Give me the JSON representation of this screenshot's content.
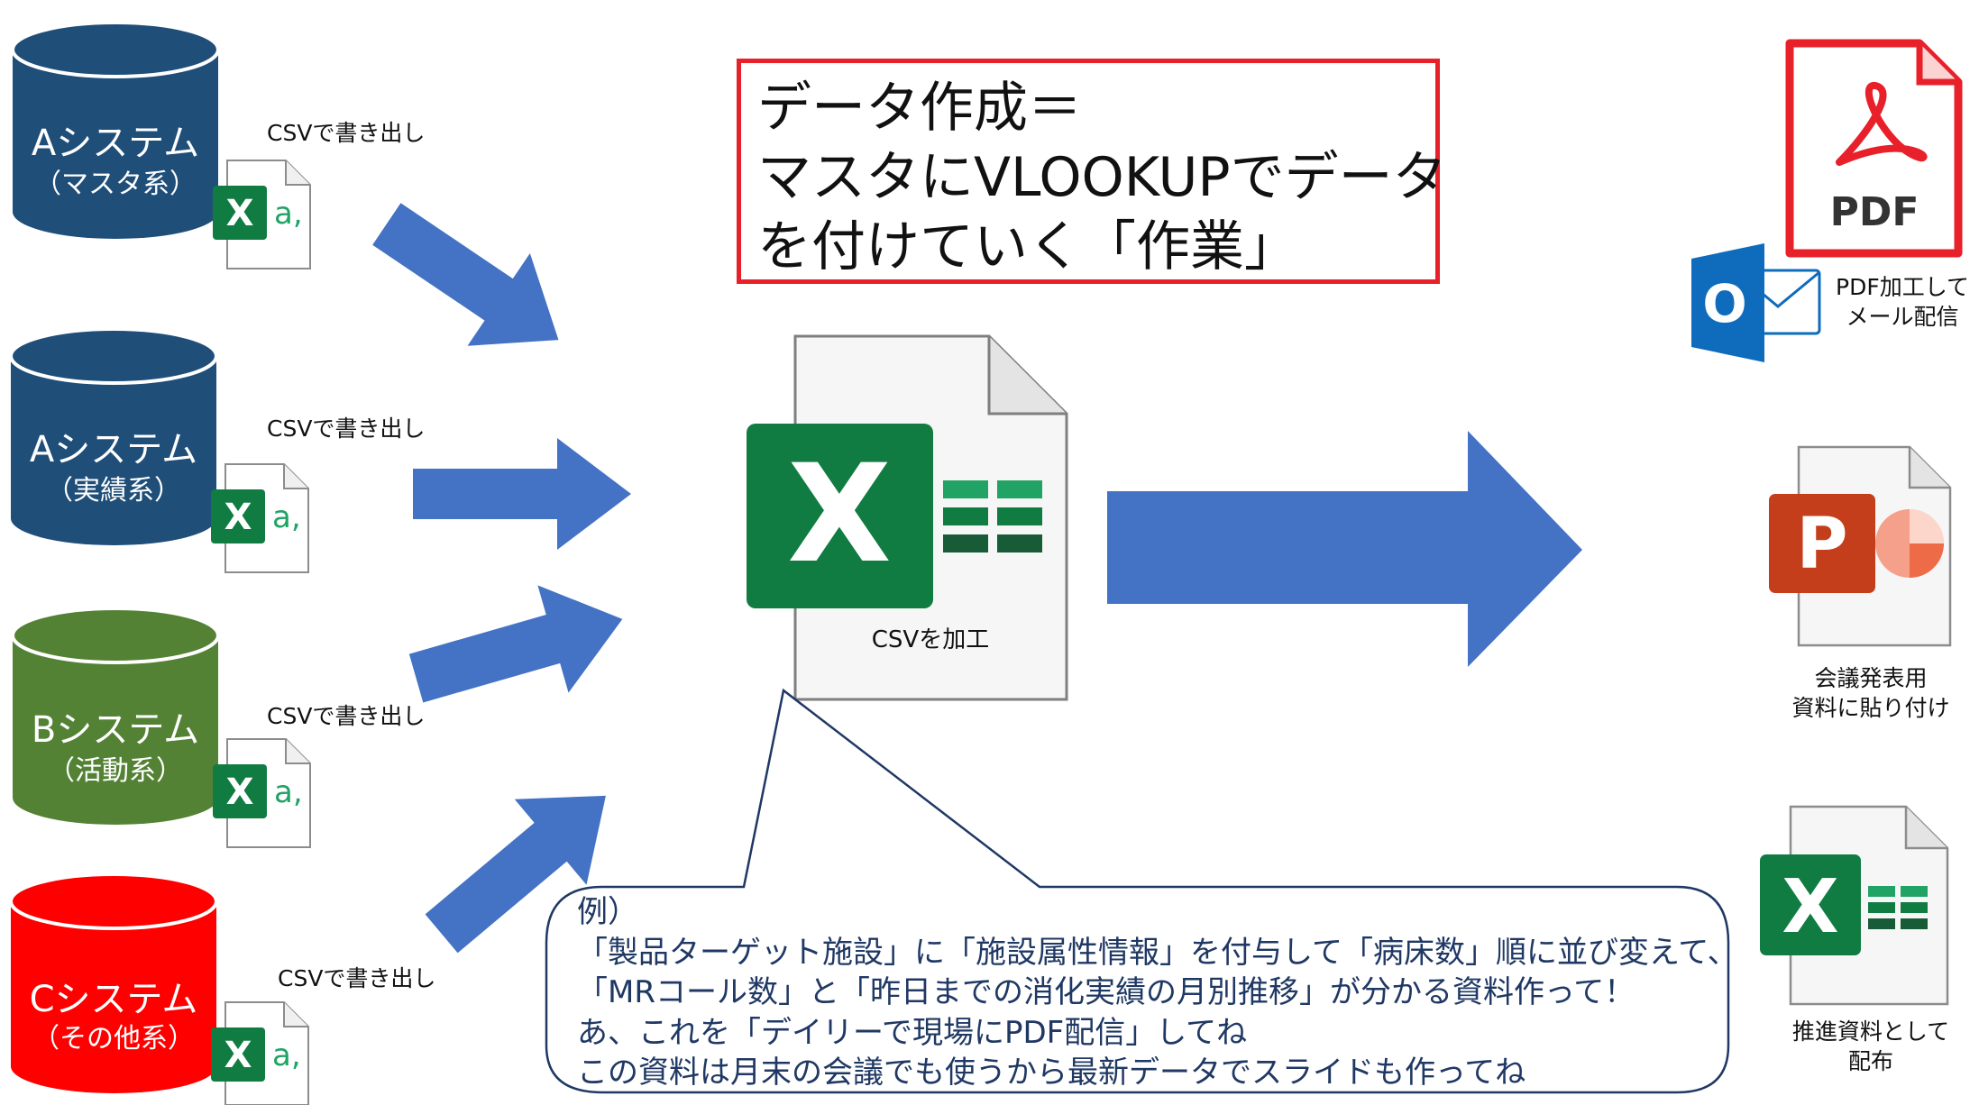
{
  "systems": [
    {
      "title": "Aシステム",
      "subtitle": "（マスタ系）",
      "color": "#1f4e79",
      "export_label": "CSVで書き出し"
    },
    {
      "title": "Aシステム",
      "subtitle": "（実績系）",
      "color": "#1f4e79",
      "export_label": "CSVで書き出し"
    },
    {
      "title": "Bシステム",
      "subtitle": "（活動系）",
      "color": "#548235",
      "export_label": "CSVで書き出し"
    },
    {
      "title": "Cシステム",
      "subtitle": "（その他系）",
      "color": "#ff0000",
      "export_label": "CSVで書き出し"
    }
  ],
  "csv_icon": {
    "letter": "X",
    "suffix": "a,"
  },
  "headline": {
    "lines": [
      "データ作成＝",
      "マスタにVLOOKUPでデータ",
      "を付けていく「作業」"
    ],
    "border_color": "#e8202a"
  },
  "center": {
    "icon": "excel-icon",
    "letter": "X",
    "label": "CSVを加工"
  },
  "outputs": [
    {
      "icon": "pdf-icon",
      "badge": "PDF",
      "secondary_icon": "outlook-icon",
      "secondary_letter": "O",
      "label_lines": [
        "PDF加工して",
        "メール配信"
      ]
    },
    {
      "icon": "powerpoint-icon",
      "letter": "P",
      "label_lines": [
        "会議発表用",
        "資料に貼り付け"
      ]
    },
    {
      "icon": "excel-icon",
      "letter": "X",
      "label_lines": [
        "推進資料として",
        "配布"
      ]
    }
  ],
  "callout": {
    "lines": [
      "例）",
      "「製品ターゲット施設」に「施設属性情報」を付与して「病床数」順に並び変えて、",
      "「MRコール数」と「昨日までの消化実績の月別推移」が分かる資料作って！",
      "あ、これを「デイリーで現場にPDF配信」してね",
      "この資料は月末の会議でも使うから最新データでスライドも作ってね"
    ],
    "text_color": "#1f3864"
  },
  "colors": {
    "arrow": "#4472c4",
    "excel_green": "#107c41",
    "pdf_red": "#e8202a",
    "ppt_orange": "#c43e1c",
    "outlook_blue": "#0f6cbd"
  }
}
